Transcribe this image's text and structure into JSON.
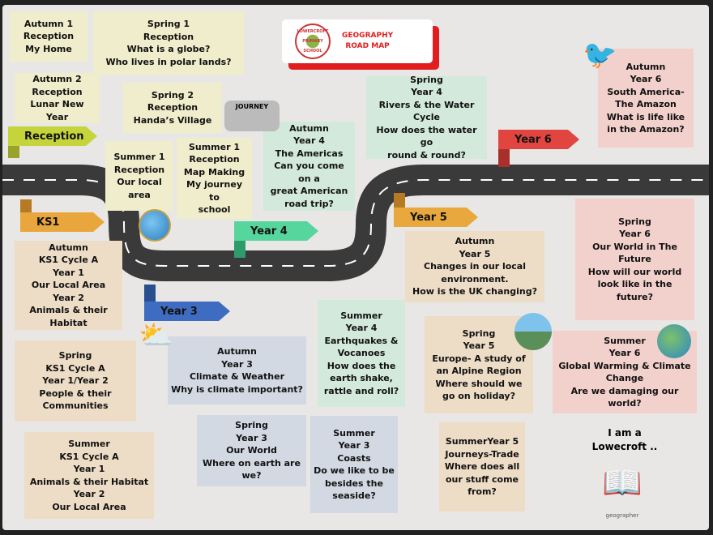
{
  "title": {
    "school": "LOWERCROFT PRIMARY SCHOOL",
    "line1": "GEOGRAPHY",
    "line2": "ROAD MAP"
  },
  "stages": {
    "reception": "Reception",
    "ks1": "KS1",
    "year3": "Year 3",
    "year4": "Year 4",
    "year5": "Year 5",
    "year6": "Year 6"
  },
  "cards": [
    {
      "lines": [
        "Autumn 1",
        "Reception",
        "My Home"
      ]
    },
    {
      "lines": [
        "Spring 1",
        "Reception",
        "What is a globe?",
        "Who lives in polar lands?"
      ]
    },
    {
      "lines": [
        "Autumn 2",
        "Reception",
        "Lunar New Year"
      ]
    },
    {
      "lines": [
        "Spring 2",
        "Reception",
        "Handa’s Village"
      ]
    },
    {
      "lines": [
        "Summer 1",
        "Reception",
        "Our local",
        "area"
      ]
    },
    {
      "lines": [
        "Summer 1",
        "Reception",
        "Map Making",
        "My journey to",
        "school"
      ]
    },
    {
      "lines": [
        "Autumn",
        "Year 4",
        "The Americas",
        "Can you come on a",
        "great American",
        "road trip?"
      ]
    },
    {
      "lines": [
        "Spring",
        "Year 4",
        "Rivers &  the Water Cycle",
        "How does the water go",
        "round & round?"
      ]
    },
    {
      "lines": [
        "Autumn",
        "Year 6",
        "South America-",
        "The Amazon",
        "What is life like",
        "in the Amazon?"
      ]
    },
    {
      "lines": [
        "Autumn",
        "KS1 Cycle A",
        "Year 1",
        "Our Local Area",
        "Year 2",
        "Animals & their Habitat"
      ]
    },
    {
      "lines": [
        "Autumn",
        "Year 5",
        "Changes in our local",
        "environment.",
        "How is the UK changing?"
      ]
    },
    {
      "lines": [
        "Spring",
        "Year 6",
        "Our World in The",
        "Future",
        "How will our world",
        "look like in the",
        "future?"
      ]
    },
    {
      "lines": [
        "Summer",
        "Year 4",
        "Earthquakes &",
        "Vocanoes",
        "How does the",
        "earth shake,",
        "rattle and roll?"
      ]
    },
    {
      "lines": [
        "Spring",
        "Year 5",
        "Europe- A study of",
        "an Alpine Region",
        "Where should we",
        "go on holiday?"
      ]
    },
    {
      "lines": [
        "Summer",
        "Year 6",
        "Global Warming & Climate",
        "Change",
        "Are we damaging our world?"
      ]
    },
    {
      "lines": [
        "Autumn",
        "Year 3",
        "Climate & Weather",
        "Why is climate important?"
      ]
    },
    {
      "lines": [
        "Spring",
        "KS1 Cycle A",
        "Year 1/Year 2",
        "People & their",
        "Communities"
      ]
    },
    {
      "lines": [
        "Spring",
        "Year 3",
        "Our World",
        "Where on earth are",
        "we?"
      ]
    },
    {
      "lines": [
        "Summer",
        "Year 3",
        "Coasts",
        "Do we like to be",
        "besides the",
        "seaside?"
      ]
    },
    {
      "lines": [
        "Summer",
        "KS1 Cycle A",
        "Year 1",
        "Animals & their Habitat",
        "Year 2",
        "Our Local Area"
      ]
    },
    {
      "lines": [
        "SummerYear 5",
        "Journeys-Trade",
        "Where does all",
        "our stuff come",
        "from?"
      ]
    }
  ],
  "footer": {
    "line1": "I am a",
    "line2": "Lowecroft ..",
    "caption": "geographer"
  },
  "journey_sign": "JOURNEY"
}
